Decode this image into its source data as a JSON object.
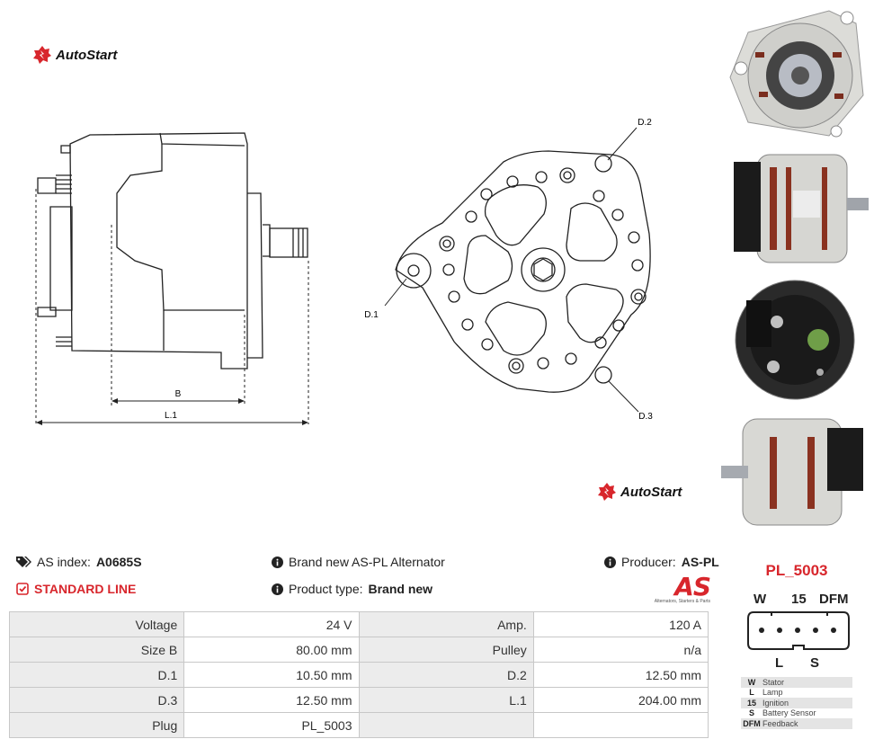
{
  "brand": {
    "name": "AutoStart"
  },
  "drawing": {
    "labels": {
      "b": "B",
      "l1": "L.1",
      "d1": "D.1",
      "d2": "D.2",
      "d3": "D.3"
    }
  },
  "info": {
    "as_index_label": "AS index:",
    "as_index_value": "A0685S",
    "line": "STANDARD LINE",
    "description": "Brand new AS-PL Alternator",
    "product_type_label": "Product type:",
    "product_type_value": "Brand new",
    "producer_label": "Producer:",
    "producer_value": "AS-PL"
  },
  "as_logo": {
    "mark": "AS",
    "tagline": "Alternators, Starters & Parts"
  },
  "specs": [
    {
      "label": "Voltage",
      "value": "24 V",
      "label2": "Amp.",
      "value2": "120 A"
    },
    {
      "label": "Size B",
      "value": "80.00 mm",
      "label2": "Pulley",
      "value2": "n/a"
    },
    {
      "label": "D.1",
      "value": "10.50 mm",
      "label2": "D.2",
      "value2": "12.50 mm"
    },
    {
      "label": "D.3",
      "value": "12.50 mm",
      "label2": "L.1",
      "value2": "204.00 mm"
    },
    {
      "label": "Plug",
      "value": "PL_5003",
      "label2": "",
      "value2": ""
    }
  ],
  "plug": {
    "title": "PL_5003",
    "top_pins": [
      "W",
      "15",
      "DFM"
    ],
    "bottom_pins": [
      "L",
      "S"
    ],
    "legend": [
      {
        "key": "W",
        "desc": "Stator"
      },
      {
        "key": "L",
        "desc": "Lamp"
      },
      {
        "key": "15",
        "desc": "Ignition"
      },
      {
        "key": "S",
        "desc": "Battery Sensor"
      },
      {
        "key": "DFM",
        "desc": "Feedback"
      }
    ]
  },
  "colors": {
    "accent": "#d8262c",
    "table_label_bg": "#ececec",
    "table_border": "#c8c8c8"
  },
  "icons": [
    "tags-icon",
    "check-square-icon",
    "info-circle-icon",
    "autostart-logo-icon"
  ]
}
